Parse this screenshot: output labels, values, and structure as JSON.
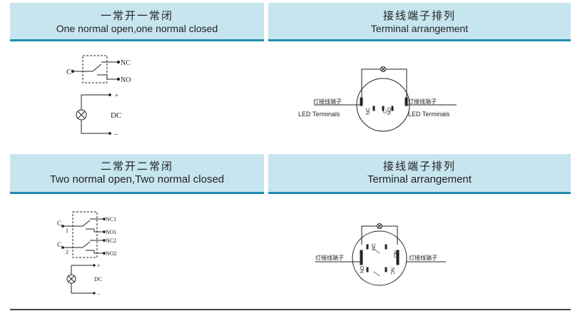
{
  "sections": [
    {
      "title_cn": "一常开一常闭",
      "title_en": "One normal open,one normal closed",
      "arrangement_cn": "接线端子排列",
      "arrangement_en": "Terminal arrangement",
      "circuit": {
        "c": "C",
        "nc": "NC",
        "no": "NO",
        "plus": "+",
        "minus": "–",
        "dc": "DC"
      },
      "terminal": {
        "left_cn": "灯接线端子",
        "right_cn": "灯接线端子",
        "left_en": "LED Terminals",
        "right_en": "LED Terminals",
        "pins": [
          "NC",
          "C",
          "NO"
        ]
      }
    },
    {
      "title_cn": "二常开二常闭",
      "title_en": "Two normal open,Two normal closed",
      "arrangement_cn": "接线端子排列",
      "arrangement_en": "Terminal arrangement",
      "circuit": {
        "c1": "C",
        "c1_num": "1",
        "c2": "C",
        "c2_num": "2",
        "nc1": "NC1",
        "no1": "NO1",
        "nc2": "NC2",
        "no2": "NO2",
        "plus": "+",
        "minus": "–",
        "dc": "DC"
      },
      "terminal": {
        "left_cn": "灯接线端子",
        "right_cn": "灯接线端子",
        "pins_top": [
          "NC",
          "NO"
        ],
        "pins_bottom": [
          "NO",
          "NC"
        ]
      }
    }
  ]
}
